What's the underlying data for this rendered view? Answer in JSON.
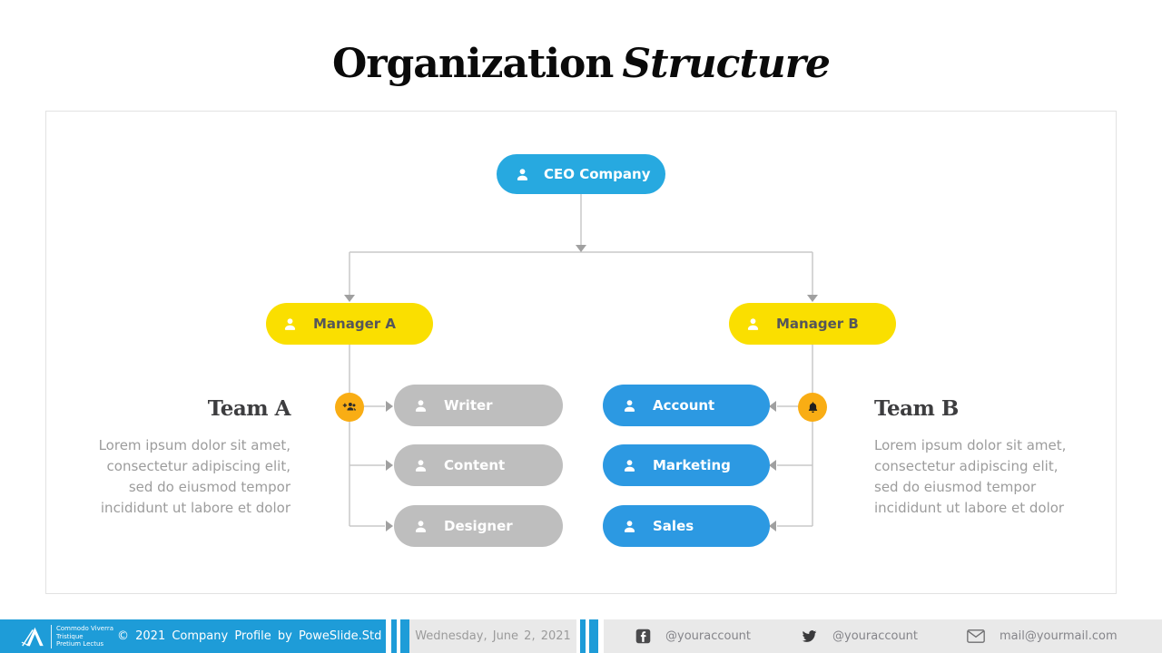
{
  "slide": {
    "title": {
      "text_regular": "Organization",
      "text_italic": "Structure"
    }
  },
  "org_chart": {
    "ceo": {
      "label": "CEO Company",
      "icon": "person-icon"
    },
    "managers": [
      {
        "label": "Manager A"
      },
      {
        "label": "Manager B"
      }
    ],
    "team_a": {
      "heading": "Team A",
      "description": "Lorem ipsum dolor sit amet, consectetur adipiscing elit, sed do eiusmod tempor incididunt ut labore et dolor",
      "badge_icon": "add-group-icon",
      "members": [
        "Writer",
        "Content",
        "Designer"
      ]
    },
    "team_b": {
      "heading": "Team B",
      "description": "Lorem ipsum dolor sit amet, consectetur adipiscing elit, sed do eiusmod tempor incididunt ut labore et dolor",
      "badge_icon": "bell-icon",
      "members": [
        "Account",
        "Marketing",
        "Sales"
      ]
    }
  },
  "footer": {
    "company_tagline": [
      "Commodo Viverra",
      "Tristique",
      "Pretium Lectus"
    ],
    "copyright": "© 2021 Company Profile by PoweSlide.Std",
    "date": "Wednesday, June 2, 2021",
    "socials": [
      {
        "icon": "facebook-icon",
        "text": "@youraccount"
      },
      {
        "icon": "twitter-icon",
        "text": "@youraccount"
      },
      {
        "icon": "mail-icon",
        "text": "mail@yourmail.com"
      }
    ]
  },
  "colors": {
    "ceo_blue": "#27A9E0",
    "manager_yellow": "#FADF00",
    "team_a_gray": "#BEBEBE",
    "team_b_blue": "#2C99E2",
    "badge_orange": "#F9AD14",
    "footer_blue": "#1E9CD8",
    "footer_gray": "#E9E9E9",
    "connector_gray": "#c8c8c8"
  }
}
